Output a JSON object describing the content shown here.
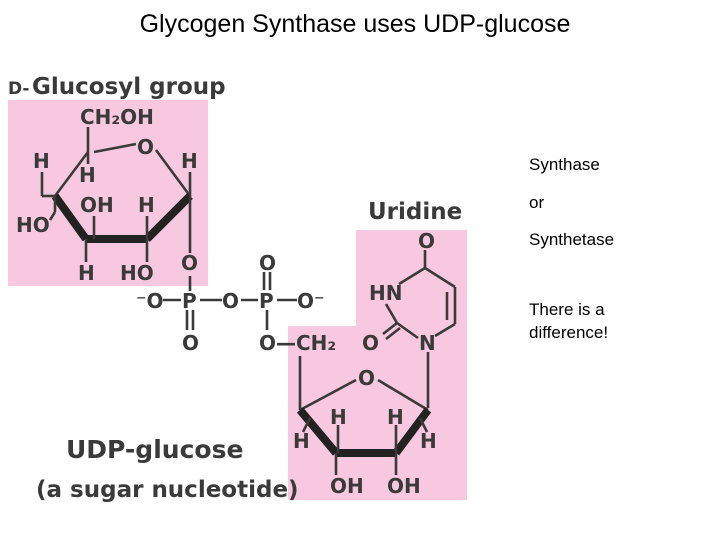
{
  "title": "Glycogen Synthase uses UDP-glucose",
  "side_notes": {
    "line1": "Synthase",
    "line2": "or",
    "line3": "Synthetase",
    "line4a": "There is a",
    "line4b": "difference!"
  },
  "labels": {
    "glucosyl_prefix": "D-",
    "glucosyl_group": "Glucosyl group",
    "uridine": "Uridine",
    "udp_glucose": "UDP-glucose",
    "subtitle": "(a sugar nucleotide)"
  },
  "atoms": {
    "ch2oh": "CH₂OH",
    "o": "O",
    "h": "H",
    "oh": "OH",
    "ho": "HO",
    "minus_o": "⁻O",
    "o_minus": "O⁻",
    "p": "P",
    "hn": "HN",
    "n": "N",
    "och2": "O—CH₂"
  },
  "colors": {
    "highlight_pink": "#f7c8e0",
    "ink": "#3a3a3a"
  }
}
